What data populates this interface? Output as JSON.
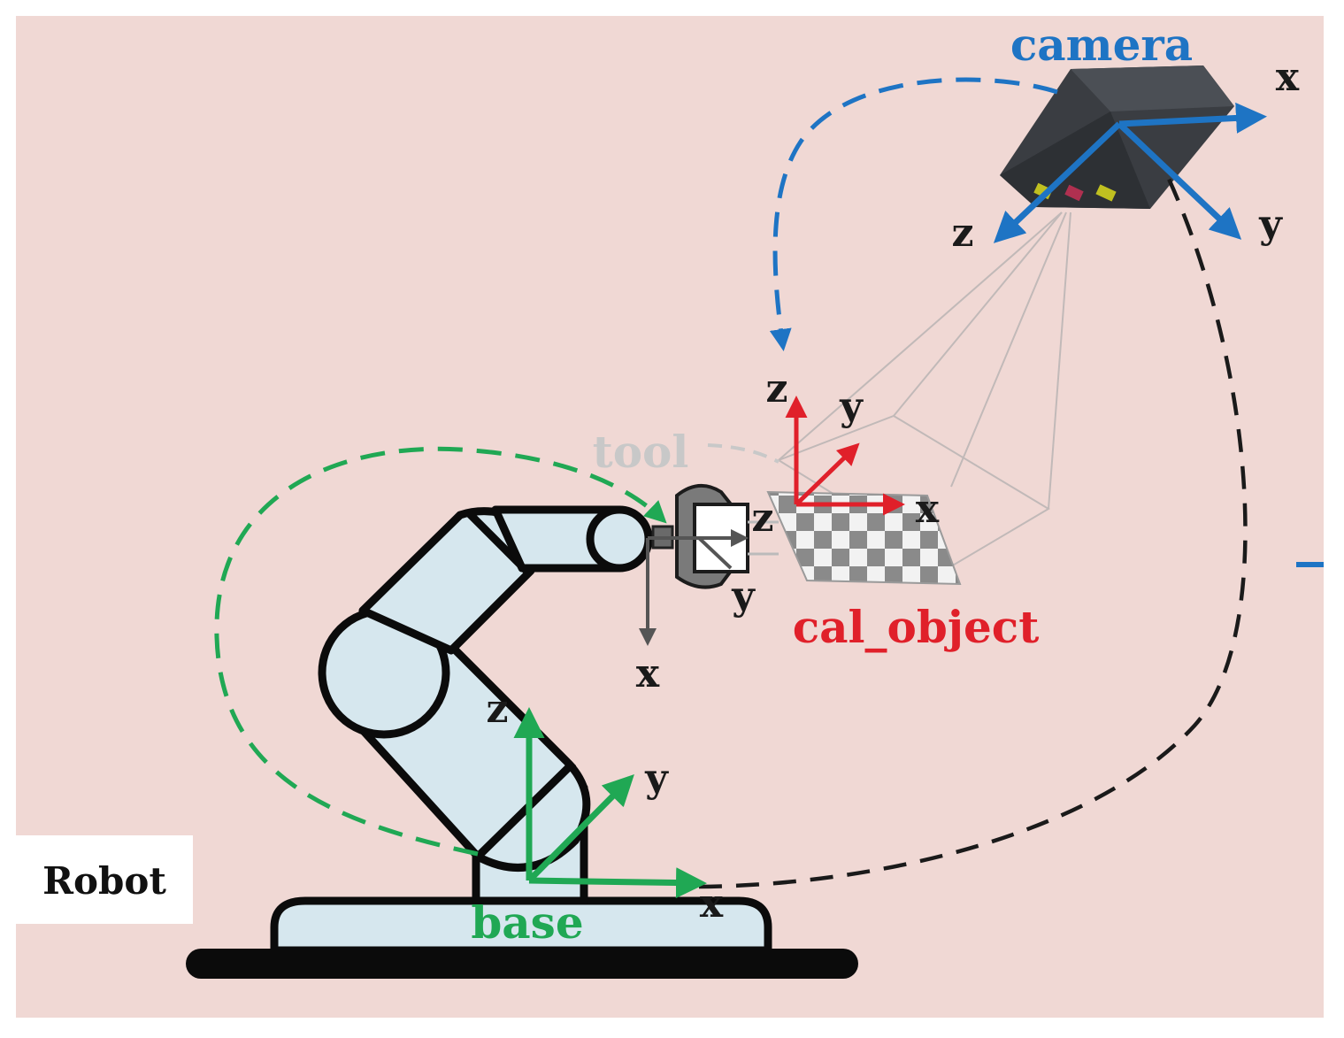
{
  "labels": {
    "camera": "camera",
    "tool": "tool",
    "cal_object": "cal_object",
    "base": "base",
    "robot": "Robot"
  },
  "axes": {
    "x": "x",
    "y": "y",
    "z": "z"
  },
  "colors": {
    "background": "#f0d8d4",
    "camera": "#1e74c4",
    "tool": "#c8c8c8",
    "cal_object": "#e0202a",
    "base": "#20a854",
    "transform_black": "#1a1a1a",
    "robot_fill": "#d6e7ee",
    "camera_body": "#3a3d42",
    "tool_axes": "#555555"
  }
}
